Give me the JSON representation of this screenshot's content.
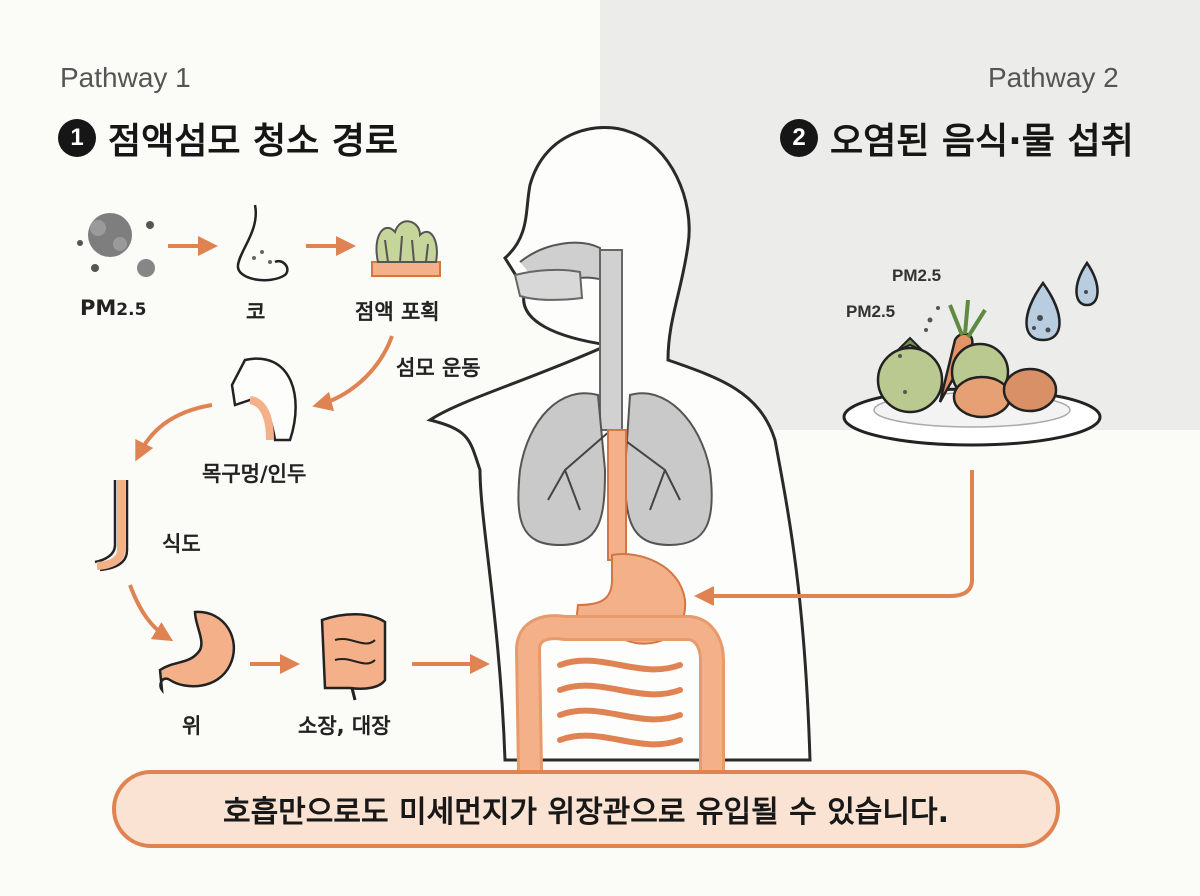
{
  "pathway1": {
    "tag": "Pathway 1",
    "number": "1",
    "title": "점액섬모 청소 경로",
    "labels": {
      "pm": "PM",
      "pm_sub": "2.5",
      "nose": "코",
      "mucus_capture": "점액 포획",
      "ciliary_motion": "섬모 운동",
      "throat": "목구멍/인두",
      "esophagus": "식도",
      "stomach": "위",
      "intestines": "소장, 대장"
    }
  },
  "pathway2": {
    "tag": "Pathway 2",
    "number": "2",
    "title": "오염된 음식·물 섭취",
    "pm_label_1": "PM2.5",
    "pm_label_2": "PM2.5"
  },
  "banner": {
    "text": "호흡만으로도 미세먼지가 위장관으로 유입될 수 있습니다."
  },
  "colors": {
    "accent": "#e08352",
    "organ": "#f4b088",
    "lung": "#c9c9c9",
    "banner_bg": "#fae3d2"
  },
  "icons": [
    "pm-particle-icon",
    "nose-icon",
    "mucus-cilia-icon",
    "throat-icon",
    "esophagus-icon",
    "stomach-icon",
    "intestine-icon",
    "food-plate-icon",
    "water-drop-icon"
  ]
}
